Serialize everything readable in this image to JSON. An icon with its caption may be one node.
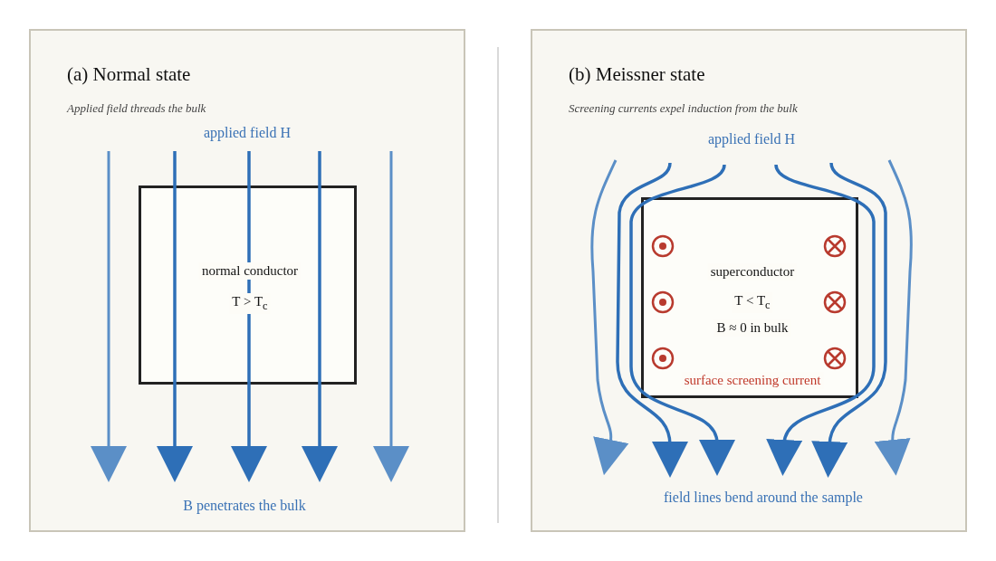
{
  "diagram": {
    "nodes": [
      {
        "text": [
          "(a) Normal state",
          "Applied field threads the bulk"
        ]
      },
      {
        "text": [
          "normal conductor",
          "T > T$_{c}$"
        ],
        "in": 0
      },
      {
        "text": [
          "(b) Meissner state",
          "Screening currents expel induction from the bulk"
        ]
      },
      {
        "text": [
          "superconductor",
          "T < T$_{c}$",
          "B  ≈  0 in bulk",
          "surface screening current"
        ],
        "in": 2
      }
    ],
    "labels": [
      "applied field H",
      "B penetrates the bulk",
      "applied field H",
      "field lines bend around the sample"
    ]
  }
}
